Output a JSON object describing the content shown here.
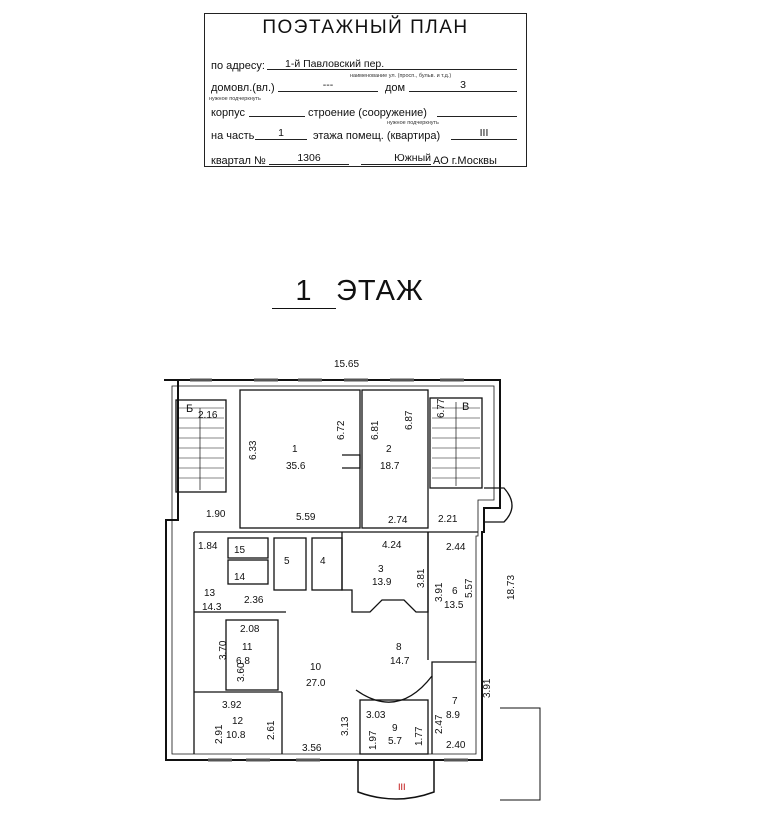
{
  "stamp": {
    "title": "ПОЭТАЖНЫЙ ПЛАН",
    "address_label": "по адресу:",
    "address_value": "1-й Павловский  пер.",
    "address_hint": "наименование ул. (просп., бульв. и т.д.)",
    "domovl_label": "домовл.(вл.)",
    "domovl_value": "---",
    "domovl_hint": "нужное подчеркнуть",
    "dom_label": "дом",
    "dom_value": "3",
    "korpus_label": "корпус",
    "stroenie_label": "строение (сооружение)",
    "stroenie_hint": "нужное подчеркнуть",
    "part_label": "на часть",
    "part_value": "1",
    "floor_label": "этажа помещ. (квартира)",
    "floor_value": "III",
    "kvartal_label": "квартал №",
    "kvartal_value": "1306",
    "district_value": "Южный",
    "city_label": "АО г.Москвы"
  },
  "floor_title": {
    "number": "1",
    "label": "ЭТАЖ"
  },
  "plan": {
    "overall_width": "15.65",
    "overall_depth": "18.73",
    "stair_left": "Б",
    "stair_right": "В",
    "exit_mark": "III",
    "rooms": [
      {
        "no": "1",
        "area": "35.6"
      },
      {
        "no": "2",
        "area": "18.7"
      },
      {
        "no": "3",
        "area": "13.9"
      },
      {
        "no": "4",
        "area": ""
      },
      {
        "no": "5",
        "area": ""
      },
      {
        "no": "6",
        "area": "13.5"
      },
      {
        "no": "7",
        "area": "8.9"
      },
      {
        "no": "8",
        "area": "14.7"
      },
      {
        "no": "9",
        "area": "5.7"
      },
      {
        "no": "10",
        "area": "27.0"
      },
      {
        "no": "11",
        "area": "6.8"
      },
      {
        "no": "12",
        "area": "10.8"
      },
      {
        "no": "13",
        "area": "14.3"
      },
      {
        "no": "14",
        "area": ""
      },
      {
        "no": "15",
        "area": ""
      }
    ],
    "dims": [
      "2.16",
      "6.33",
      "6.72",
      "6.81",
      "6.87",
      "6.77",
      "1.90",
      "5.59",
      "2.74",
      "2.21",
      "1.84",
      "4.24",
      "2.44",
      "3.81",
      "3.91",
      "5.57",
      "2.36",
      "2.08",
      "3.70",
      "3.60",
      "3.92",
      "2.91",
      "2.61",
      "3.13",
      "3.03",
      "1.97",
      "1.77",
      "2.47",
      "3.91",
      "2.40",
      "3.56"
    ]
  }
}
